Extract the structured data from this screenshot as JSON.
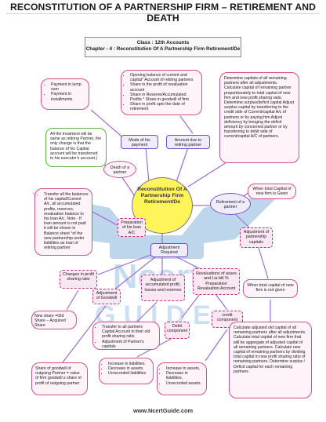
{
  "title": "RECONSTITUTION OF A PARTNERSHIP FIRM – RETIREMENT AND DEATH",
  "header": {
    "class_line": "Class : 12th Accounts",
    "chapter_line": "Chapter - 4 : Reconstitution Of A Partnership Firm Retirement/De"
  },
  "center_label": "Reconstitution Of A Partnership Firm Retirement/De",
  "watermark": {
    "line1": "Ncert",
    "line2": "GUIDE"
  },
  "nodes": {
    "payment_modes": [
      "Payment in lump sum",
      "Payment in installments"
    ],
    "mode_of_payment": "Mode of his payment",
    "amount_due": "Amount due to retiring partner",
    "amount_items": [
      "Opening balance of current and capital° Account of retiring partners",
      "Share in the profit of revaluation account",
      "Share in Reserve/Accumulated Profits ° Share in goodwill of firm",
      "Share in profit upto the date of retirement"
    ],
    "determine_capitals": "Determine capitals of all remaining partners after all adjustments. Calculate capital of remaining partner proportionately to total capital of new firm and new profit sharing ratio. Determine surplus/deficit capital Adjust surplus capital by transferring to the credit side of Current/capital A/c of partners or by paying him Adjust deficiency by bringing the deficit amount by concerned partner or by transferring  to debit side of current/capital A/C of partners.",
    "death_note": "All the treatment will be same as retiring Partner, the only change is that the balance of his Capital account will be transferred to his executor's account.)",
    "death": "Death of a partner",
    "retirement": "Retirement of a partner",
    "when_given": "When total Capital of new firm is Given",
    "transfer_loan": [
      "Transfer all the balances of his capital/Current A/c, all accumulated profits, reserves, revaluation balance to his loan A/c. Note - If loan amount is not paid it will be shown in Balance sheet °of the new partnership under liabilities as loan of retiring partner"
    ],
    "prep_loan": "Preparation of his loan A/C",
    "adjustment_required": "Adjustment Required",
    "adjustment_capitals": "Adjustment of partnership capitals",
    "changes_ratio": "Changes in profit sharing ratio",
    "adjust_goodwill": "Adjustment of Goodwill",
    "adjust_profits": "Adjustment of accumulated profit, losses and reserves",
    "revaluations": "Revaluations of asses and Lia bili % Preparation Revaluation Account",
    "when_not_given": "When total capital of new firm is not given",
    "new_share": "New share =Old Share – Acquired Share",
    "reserves_items": [
      "Transfer to all partners Capital Account in their old profit sharing ratio",
      "Adjustment of Partner's capitals"
    ],
    "debit": "Debit component",
    "credit": "credit component",
    "calc_adjusted": "Calculate adjusted old capital of all remaining partners after all adjustments. Calculate total capital of new firm that will be aggregate of adjusted capital of all remaining partners. Calculate new capital of remaining partners by dividing total capital in new profit sharing ratio of remaining partners. Determine surplus / Deficit capital for each remaining partners",
    "goodwill_share": "Share of goodwill of outgoing Partner = value of firm goodwill x share of profit of outgoing partner",
    "debit_items": [
      "Increase in liabilities.",
      "Decrease in assets,",
      "Unrecorded liabilities."
    ],
    "credit_items": [
      "Increase in assets,",
      "Decrease in liabilities,",
      "Unrecorded assets."
    ]
  },
  "footer": "www.NcertGuide.com",
  "colors": {
    "pink": "#d0508c",
    "violet": "#7a4fc9",
    "green": "#5fb23f",
    "center": "#fff55a",
    "watermark": "#3a86c8"
  }
}
